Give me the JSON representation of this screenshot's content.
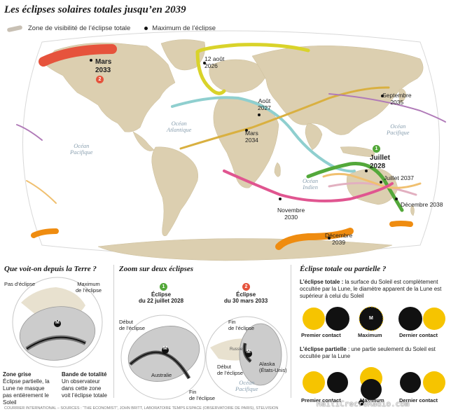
{
  "title": "Les éclipses solaires totales jusqu’en 2039",
  "legend": {
    "zone_label": "Zone de visibilité de l’éclipse totale",
    "max_label": "Maximum de l’éclipse"
  },
  "colors": {
    "land": "#dccfb0",
    "ocean": "#ffffff",
    "globe_border": "#d9d9d9",
    "red_badge": "#e6533c",
    "green_badge": "#53a83a",
    "sun": "#f6c400",
    "moon": "#111111",
    "grey_zone": "#cccccc"
  },
  "map": {
    "oceans": {
      "atlantique": "Océan Atlantique",
      "pacifique_w": "Océan Pacifique",
      "pacifique_e": "Océan Pacifique",
      "indien": "Océan Indien"
    },
    "paths": [
      {
        "name": "mars-2033",
        "color": "#e6533c",
        "label": "Mars 2033",
        "badge": "2"
      },
      {
        "name": "aout-2026",
        "color": "#d9d32a",
        "label": "12 août 2026"
      },
      {
        "name": "aout-2027",
        "color": "#8fcfcf",
        "label": "Août 2027"
      },
      {
        "name": "mars-2034",
        "color": "#d9b040",
        "label": "Mars 2034"
      },
      {
        "name": "septembre-2035",
        "color": "#b07ab8",
        "label": "Septembre 2035"
      },
      {
        "name": "juillet-2028",
        "color": "#53a83a",
        "label": "Juillet 2028",
        "badge": "1"
      },
      {
        "name": "juillet-2037",
        "color": "#e2b0c0",
        "label": "Juillet 2037"
      },
      {
        "name": "decembre-2038",
        "color": "#f0c070",
        "label": "Décembre 2038"
      },
      {
        "name": "novembre-2030",
        "color": "#e05590",
        "label": "Novembre 2030"
      },
      {
        "name": "decembre-2039",
        "color": "#ef8c10",
        "label": "Décembre 2039"
      }
    ]
  },
  "section1": {
    "title": "Que voit-on depuis la Terre ?",
    "pas_eclipse": "Pas d’éclipse",
    "maximum": "Maximum de l’éclipse",
    "zone_grise": "Zone grise Éclipse partielle, la Lune ne masque pas entièrement le Soleil",
    "zone_grise_title": "Zone grise",
    "zone_grise_text": "Éclipse partielle, la Lune ne masque pas entièrement le Soleil",
    "bande_title": "Bande de totalité",
    "bande_text": "Un observateur dans cette zone voit l’éclipse totale",
    "m": "M"
  },
  "section2": {
    "title": "Zoom sur deux éclipses",
    "e1_badge": "1",
    "e1_title": "Éclipse du 22 juillet 2028",
    "e1_debut": "Début de l’éclipse",
    "e1_fin": "Fin de l’éclipse",
    "e1_country": "Australie",
    "e2_badge": "2",
    "e2_title": "Éclipse du 30 mars 2033",
    "e2_fin": "Fin de l’éclipse",
    "e2_debut": "Début de l’éclipse",
    "e2_russie": "Russie",
    "e2_alaska": "Alaska (États-Unis)",
    "e2_ocean": "Océan Pacifique",
    "m": "M"
  },
  "section3": {
    "title": "Éclipse totale ou partielle ?",
    "totale_bold": "L’éclipse totale :",
    "totale_text": "la surface du Soleil est complètement occultée par la Lune, le diamètre apparent de la Lune est supérieur à celui du Soleil",
    "partielle_bold": "L’éclipse partielle",
    "partielle_text": ": une partie seulement du Soleil est occultée par la Lune",
    "premier_contact": "Premier contact",
    "maximum": "Maximum",
    "dernier_contact": "Dernier contact",
    "m": "M"
  },
  "footer": "COURRIER INTERNATIONAL – SOURCES : “THE ECONOMIST”, JOHN BRITT, LABORATOIRE TEMPS ESPACE (OBSERVATOIRE DE PARIS), STELVISION",
  "watermark": "HaitiCrecreRadio.com"
}
